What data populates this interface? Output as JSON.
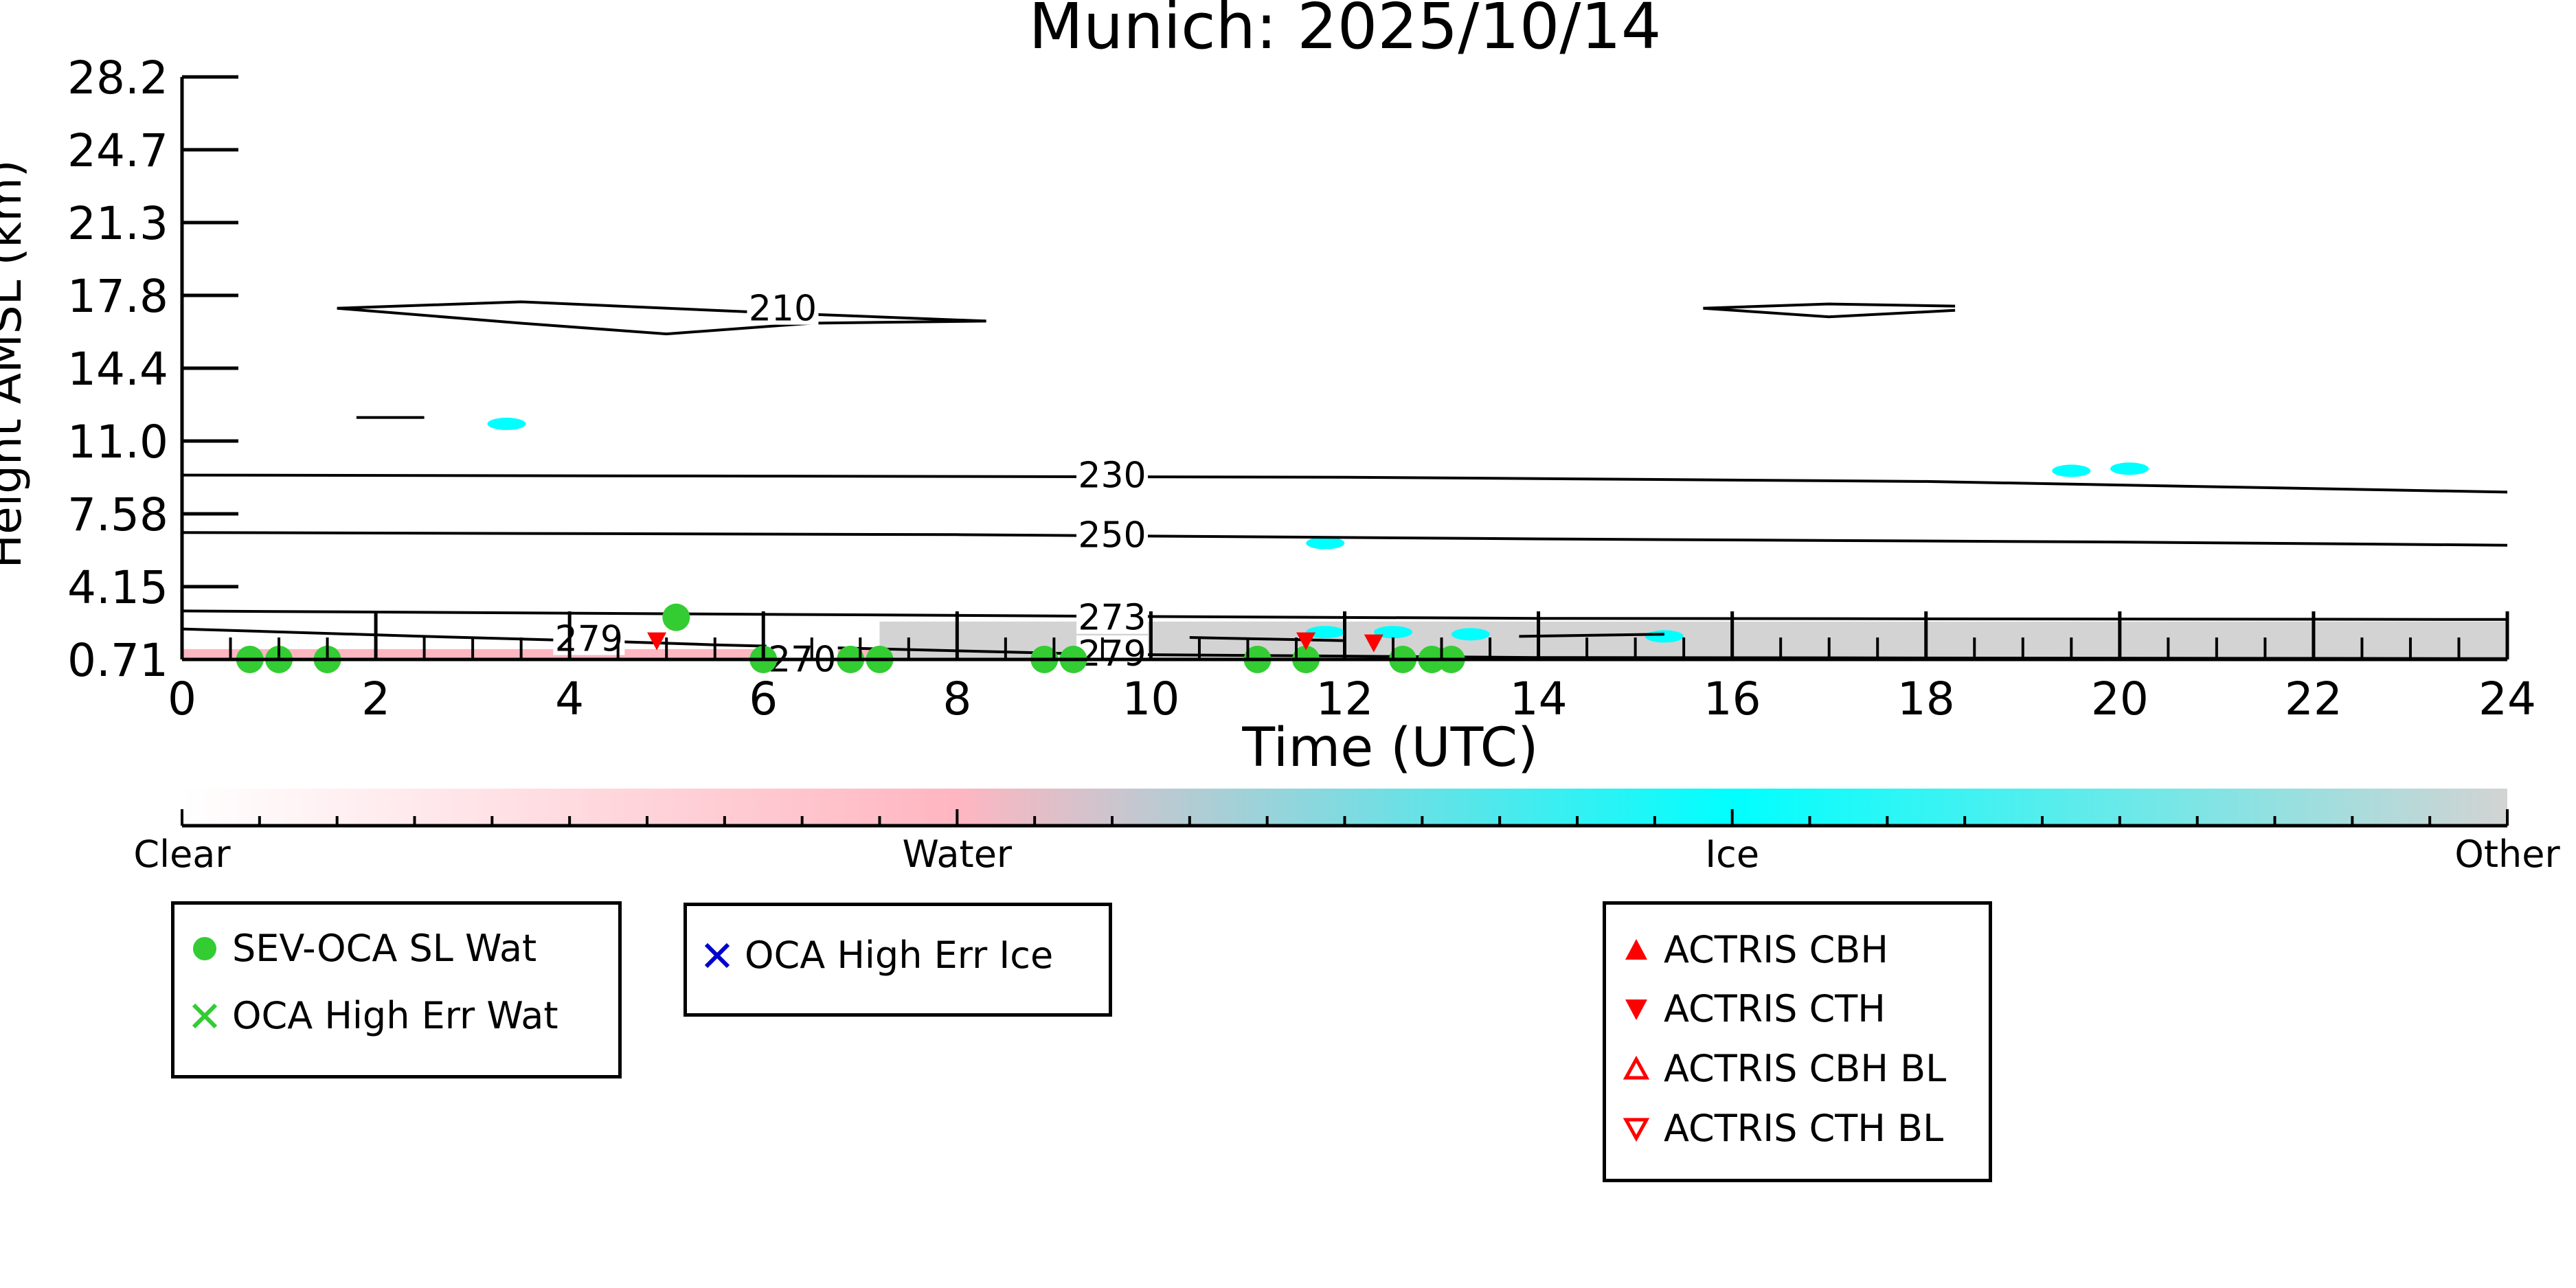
{
  "chart_data": {
    "type": "heatmap",
    "title": "Munich: 2025/10/14",
    "xlabel": "Time (UTC)",
    "ylabel": "Height AMSL (km)",
    "xlim": [
      0,
      24
    ],
    "x_ticks": [
      "0",
      "2",
      "4",
      "6",
      "8",
      "10",
      "12",
      "14",
      "16",
      "18",
      "20",
      "22",
      "24"
    ],
    "y_ticks": [
      "0.71",
      "4.15",
      "7.58",
      "11.0",
      "14.4",
      "17.8",
      "21.3",
      "24.7",
      "28.2"
    ],
    "y_tick_values": [
      0.71,
      4.15,
      7.58,
      11.0,
      14.4,
      17.8,
      21.3,
      24.7,
      28.2
    ],
    "ylim": [
      0.71,
      28.2
    ],
    "grid": false,
    "colorbar": {
      "labels": [
        "Clear",
        "Water",
        "Ice",
        "Other"
      ],
      "colors": [
        "#ffffff",
        "#ffb6c1",
        "#00ffff",
        "#d3d3d3"
      ]
    },
    "contours": [
      {
        "label": "210",
        "segments": [
          [
            [
              1.6,
              17.2
            ],
            [
              3.5,
              17.5
            ],
            [
              6.0,
              17.0
            ],
            [
              8.3,
              16.6
            ]
          ],
          [
            [
              1.6,
              17.2
            ],
            [
              3.5,
              16.5
            ],
            [
              5.0,
              16.0
            ],
            [
              6.5,
              16.5
            ],
            [
              8.3,
              16.6
            ]
          ],
          [
            [
              15.7,
              17.2
            ],
            [
              17.0,
              17.4
            ],
            [
              18.3,
              17.3
            ]
          ],
          [
            [
              15.7,
              17.2
            ],
            [
              17.0,
              16.8
            ],
            [
              18.3,
              17.1
            ]
          ],
          [
            [
              1.8,
              12.1
            ],
            [
              2.5,
              12.1
            ]
          ]
        ],
        "label_at": [
          6.2,
          17.2
        ]
      },
      {
        "label": "230",
        "segments": [
          [
            [
              0,
              9.4
            ],
            [
              6,
              9.35
            ],
            [
              12,
              9.3
            ],
            [
              18,
              9.1
            ],
            [
              24,
              8.6
            ]
          ]
        ],
        "label_at": [
          9.6,
          9.4
        ]
      },
      {
        "label": "250",
        "segments": [
          [
            [
              0,
              6.7
            ],
            [
              8,
              6.6
            ],
            [
              14,
              6.4
            ],
            [
              20,
              6.25
            ],
            [
              24,
              6.1
            ]
          ]
        ],
        "label_at": [
          9.6,
          6.6
        ]
      },
      {
        "label": "273",
        "segments": [
          [
            [
              0,
              3.0
            ],
            [
              9.5,
              2.75
            ],
            [
              14,
              2.65
            ],
            [
              24,
              2.6
            ]
          ]
        ],
        "label_at": [
          9.6,
          2.7
        ]
      },
      {
        "label": "279",
        "segments": [
          [
            [
              0,
              2.15
            ],
            [
              2.5,
              1.8
            ],
            [
              4.5,
              1.55
            ],
            [
              5.5,
              1.4
            ],
            [
              9.5,
              0.95
            ],
            [
              14,
              0.8
            ],
            [
              24,
              0.75
            ]
          ]
        ],
        "label_at": [
          4.2,
          1.7
        ]
      },
      {
        "label": "279",
        "segments": [],
        "label_at": [
          9.6,
          1.0
        ]
      },
      {
        "label": "270",
        "segments": [
          [
            [
              6,
              0.85
            ],
            [
              7,
              0.75
            ]
          ],
          [
            [
              10.4,
              1.75
            ],
            [
              12,
              1.6
            ]
          ],
          [
            [
              13.8,
              1.8
            ],
            [
              15.3,
              1.9
            ]
          ]
        ],
        "label_at": [
          6.4,
          0.72
        ]
      }
    ],
    "regions": [
      {
        "class": "Other",
        "x": [
          7.2,
          24
        ],
        "y": [
          0.71,
          2.5
        ]
      },
      {
        "class": "Water",
        "x": [
          0,
          7.2
        ],
        "y": [
          0.71,
          1.2
        ]
      }
    ],
    "ice_patches": [
      {
        "x": 3.35,
        "y": 11.8
      },
      {
        "x": 19.5,
        "y": 9.6
      },
      {
        "x": 20.1,
        "y": 9.7
      },
      {
        "x": 11.8,
        "y": 2.0
      },
      {
        "x": 12.5,
        "y": 2.0
      },
      {
        "x": 13.3,
        "y": 1.9
      },
      {
        "x": 15.3,
        "y": 1.8
      },
      {
        "x": 11.8,
        "y": 6.2
      }
    ],
    "series": [
      {
        "name": "SEV-OCA SL Wat",
        "marker": "dot",
        "color": "#33cc33",
        "points": [
          [
            0.7,
            0.71
          ],
          [
            1.0,
            0.71
          ],
          [
            1.5,
            0.71
          ],
          [
            5.1,
            2.7
          ],
          [
            6.0,
            0.71
          ],
          [
            6.9,
            0.71
          ],
          [
            7.2,
            0.71
          ],
          [
            8.9,
            0.71
          ],
          [
            9.2,
            0.71
          ],
          [
            11.1,
            0.71
          ],
          [
            11.6,
            0.71
          ],
          [
            12.6,
            0.71
          ],
          [
            12.9,
            0.71
          ],
          [
            13.1,
            0.71
          ]
        ]
      },
      {
        "name": "OCA High Err Wat",
        "marker": "x",
        "color": "#33cc33",
        "points": []
      },
      {
        "name": "OCA High Err Ice",
        "marker": "x",
        "color": "#0000cc",
        "points": []
      },
      {
        "name": "ACTRIS CBH",
        "marker": "triangle-up",
        "color": "#ff0000",
        "points": []
      },
      {
        "name": "ACTRIS CTH",
        "marker": "triangle-down",
        "color": "#ff0000",
        "points": [
          [
            4.9,
            1.6
          ],
          [
            11.6,
            1.6
          ],
          [
            12.3,
            1.5
          ]
        ]
      },
      {
        "name": "ACTRIS CBH BL",
        "marker": "triangle-up-open",
        "color": "#ff0000",
        "points": []
      },
      {
        "name": "ACTRIS CTH BL",
        "marker": "triangle-down-open",
        "color": "#ff0000",
        "points": []
      }
    ]
  },
  "legends": [
    {
      "id": "water",
      "items": [
        {
          "label": "SEV-OCA SL Wat",
          "icon": "green-dot-icon"
        },
        {
          "label": "OCA High Err Wat",
          "icon": "green-x-icon"
        }
      ]
    },
    {
      "id": "ice",
      "items": [
        {
          "label": "OCA High Err Ice",
          "icon": "blue-x-icon"
        }
      ]
    },
    {
      "id": "actris",
      "items": [
        {
          "label": "ACTRIS CBH",
          "icon": "red-triangle-up-icon"
        },
        {
          "label": "ACTRIS CTH",
          "icon": "red-triangle-down-icon"
        },
        {
          "label": "ACTRIS CBH BL",
          "icon": "red-open-triangle-up-icon"
        },
        {
          "label": "ACTRIS CTH BL",
          "icon": "red-open-triangle-down-icon"
        }
      ]
    }
  ]
}
